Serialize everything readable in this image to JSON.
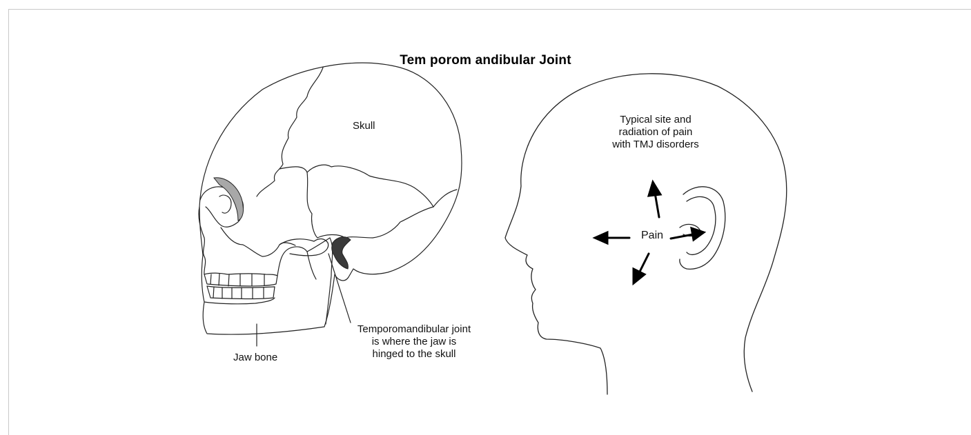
{
  "title": "Tem porom andibular Joint",
  "labels": {
    "skull": "Skull",
    "jaw_bone": "Jaw bone",
    "tmj_line1": "Temporomandibular joint",
    "tmj_line2": "is where the jaw is",
    "tmj_line3": "hinged to the skull",
    "pain_site_line1": "Typical site and",
    "pain_site_line2": "radiation of pain",
    "pain_site_line3": "with TMJ disorders",
    "pain": "Pain"
  },
  "colors": {
    "line": "#222222",
    "joint_fill": "#3a3a3a",
    "cheekbone_fill": "#a8a8a8",
    "frame": "#c8c8c8"
  }
}
